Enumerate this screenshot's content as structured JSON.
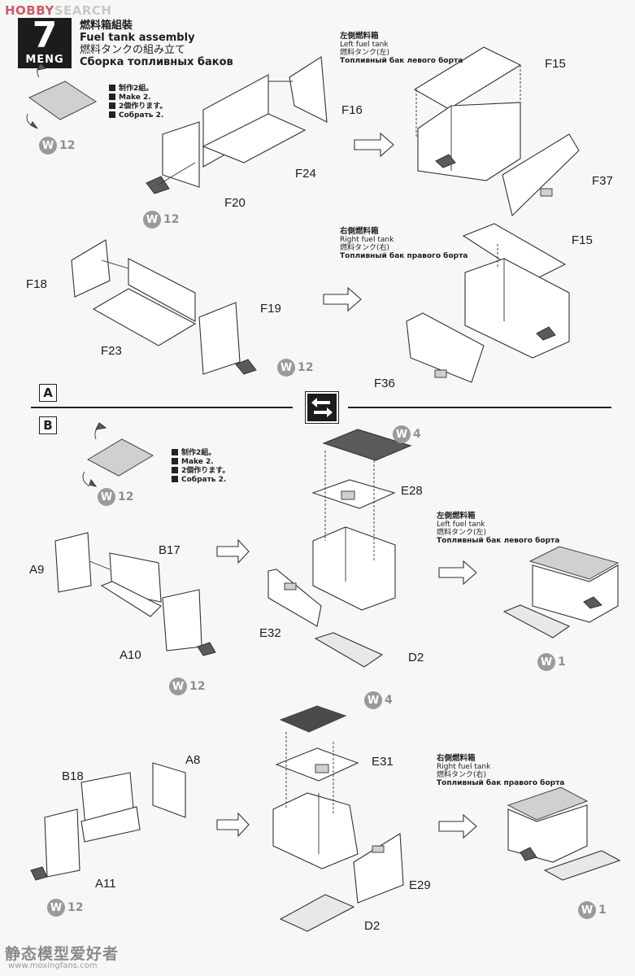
{
  "watermark_top": {
    "brand": "HOBBY",
    "suffix": "SEARCH"
  },
  "step": {
    "number": "7",
    "brand": "MENG"
  },
  "title": {
    "zh": "燃料箱組裝",
    "en": "Fuel tank assembly",
    "ja": "燃料タンクの組み立て",
    "ru": "Сборка топливных баков"
  },
  "make_note": {
    "zh": "制作2組。",
    "en": "Make 2.",
    "ja": "2個作ります。",
    "ru": "Собрать 2."
  },
  "left_tank": {
    "zh": "左側燃料箱",
    "en": "Left fuel tank",
    "ja": "燃料タンク(左)",
    "ru": "Топливный бак левого борта"
  },
  "right_tank": {
    "zh": "右側燃料箱",
    "en": "Right fuel tank",
    "ja": "燃料タンク(右)",
    "ru": "Топливный бак правого борта"
  },
  "sections": {
    "a": "A",
    "b": "B"
  },
  "parts": {
    "f15a": "F15",
    "f16": "F16",
    "f24": "F24",
    "f20": "F20",
    "f37": "F37",
    "f15b": "F15",
    "f18": "F18",
    "f19": "F19",
    "f23": "F23",
    "f36": "F36",
    "e28": "E28",
    "a9": "A9",
    "b17": "B17",
    "a10": "A10",
    "e32": "E32",
    "d2a": "D2",
    "a8": "A8",
    "b18": "B18",
    "a11": "A11",
    "e31": "E31",
    "e29": "E29",
    "d2b": "D2"
  },
  "badges": {
    "b1": {
      "letter": "W",
      "num": "12"
    },
    "b2": {
      "letter": "W",
      "num": "12"
    },
    "b3": {
      "letter": "W",
      "num": "12"
    },
    "b4": {
      "letter": "W",
      "num": "12"
    },
    "b5": {
      "letter": "W",
      "num": "4"
    },
    "b6": {
      "letter": "W",
      "num": "1"
    },
    "b7": {
      "letter": "W",
      "num": "12"
    },
    "b8": {
      "letter": "W",
      "num": "4"
    },
    "b9": {
      "letter": "W",
      "num": "1"
    },
    "b10": {
      "letter": "W",
      "num": "12"
    }
  },
  "watermark_bottom": {
    "text": "静态模型爱好者",
    "url": "www.moxingfans.com"
  },
  "icons": {
    "step_arrow": "right-arrow-icon",
    "swap": "swap-arrows-icon",
    "rotate": "rotate-arrow-icon"
  }
}
